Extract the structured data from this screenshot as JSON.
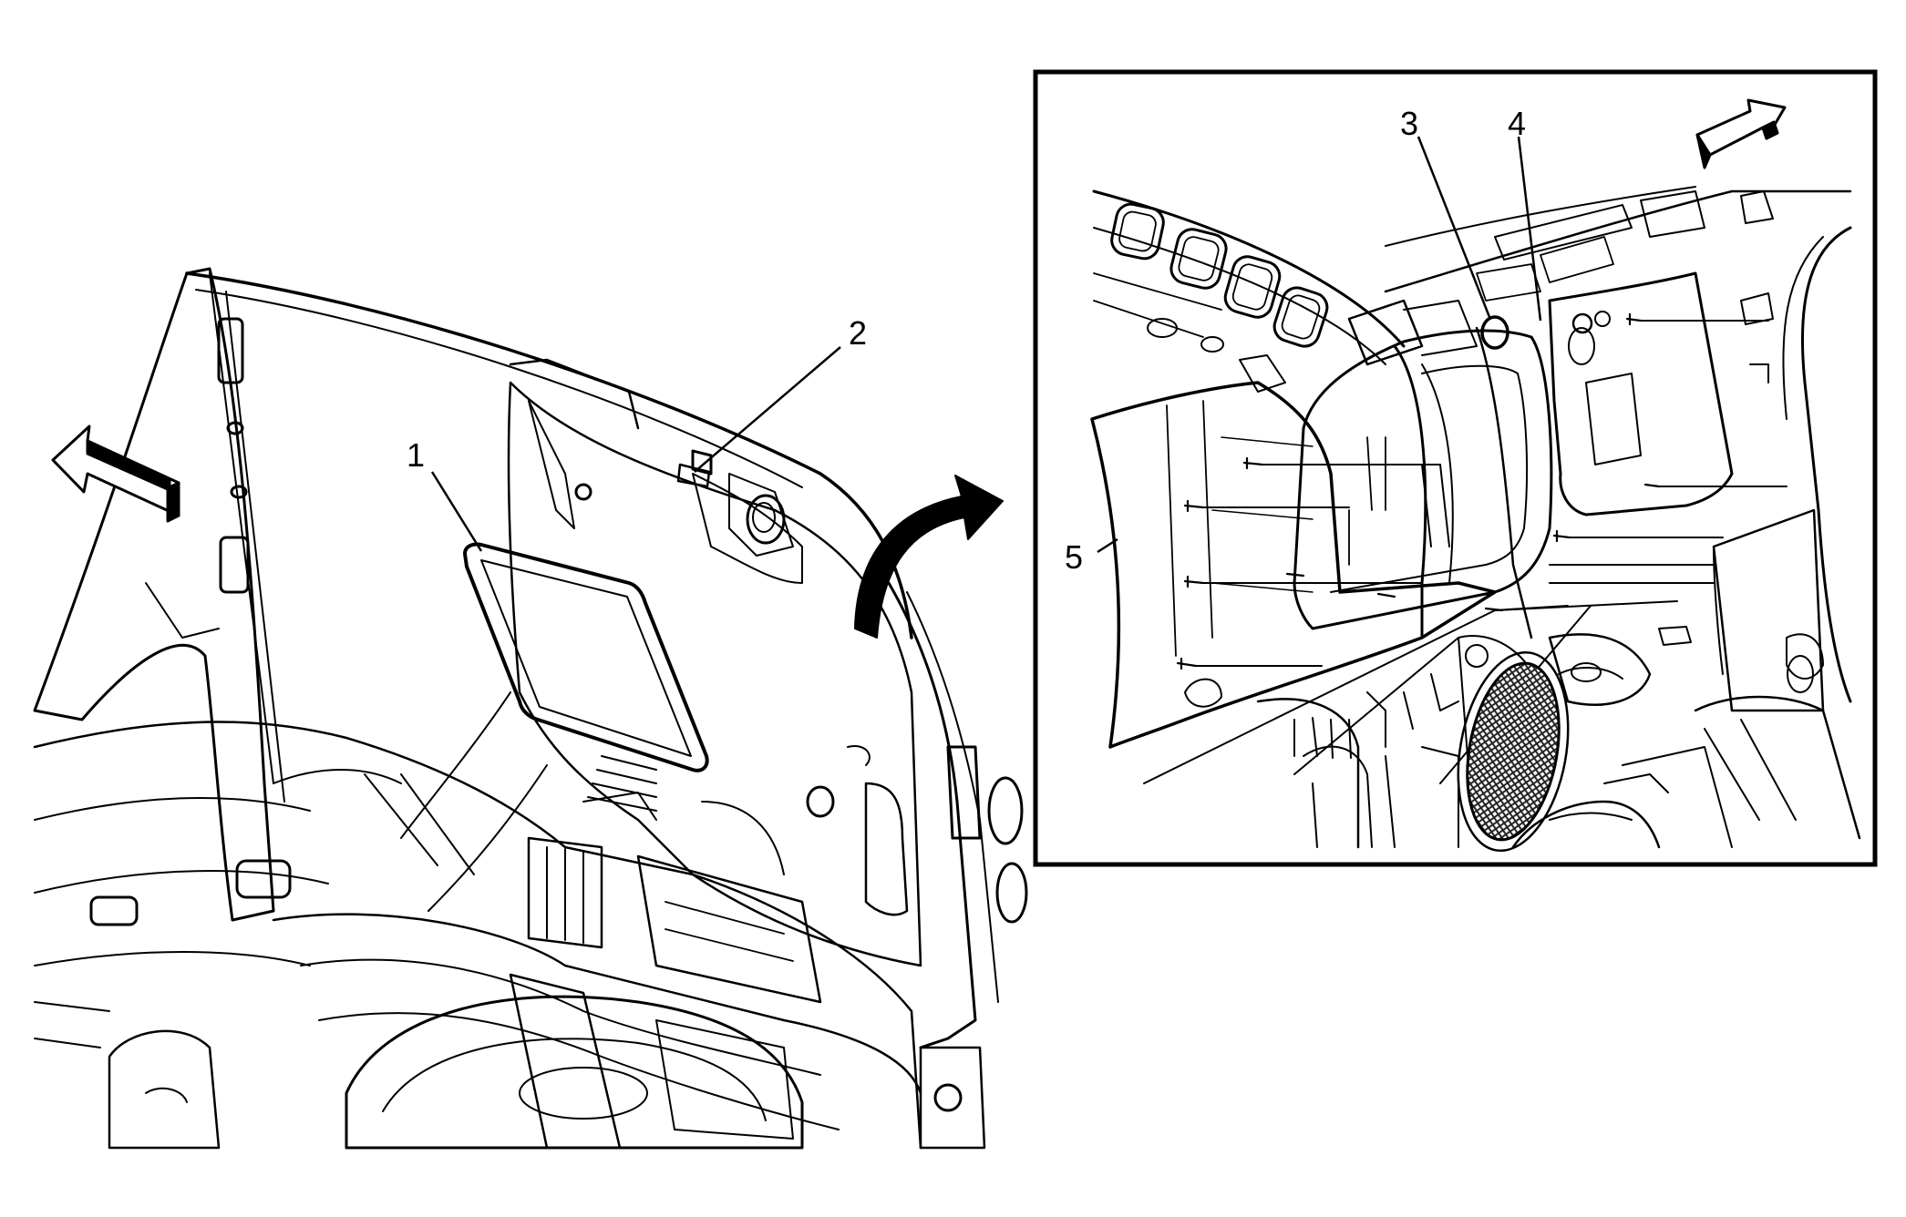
{
  "callouts": {
    "c1": "1",
    "c2": "2",
    "c3": "3",
    "c4": "4",
    "c5": "5"
  },
  "colors": {
    "ink": "#000000",
    "paper": "#ffffff",
    "hatch": "#222222"
  },
  "icons": {
    "forward_left": "arrow-forward-left-icon",
    "forward_right": "arrow-forward-right-icon",
    "detail": "curved-detail-arrow-icon"
  }
}
